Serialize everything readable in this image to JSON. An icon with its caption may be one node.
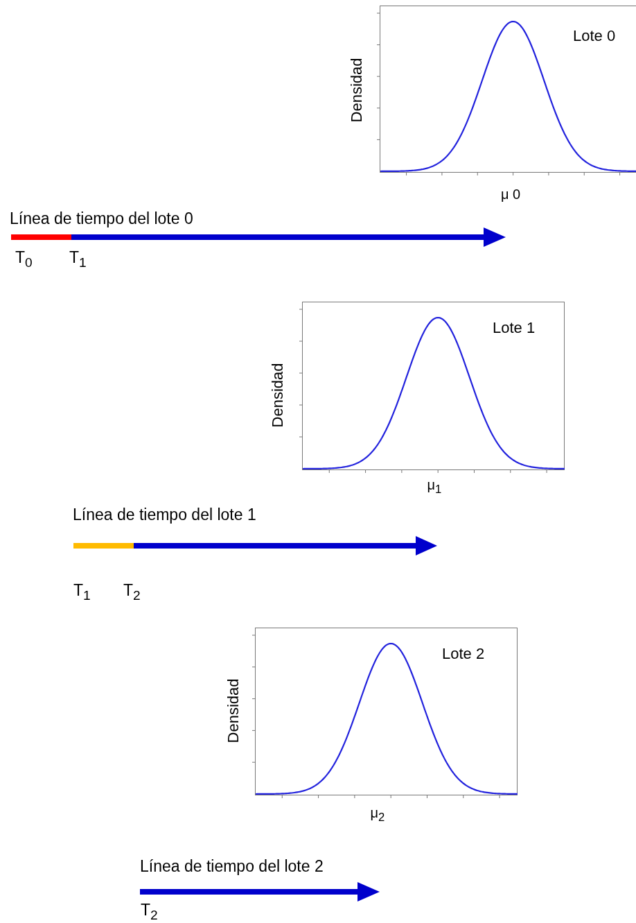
{
  "diagram": {
    "nodes": [
      {
        "text": [
          "Lote 0"
        ],
        "beside": [
          "Densidad",
          "μ 0"
        ]
      },
      {
        "text": [
          "Lote 1"
        ],
        "beside": [
          "Densidad",
          "μ$_{1}$"
        ]
      },
      {
        "text": [
          "Lote 2"
        ],
        "beside": [
          "Densidad",
          "μ$_{2}$"
        ]
      }
    ],
    "labels": [
      "Línea de tiempo del lote 0",
      "T$_{0}$",
      "T$_{1}$",
      "Línea de tiempo del lote 1",
      "T$_{1}$",
      "T$_{2}$",
      "Línea de tiempo del lote 2",
      "T$_{2}$"
    ]
  }
}
